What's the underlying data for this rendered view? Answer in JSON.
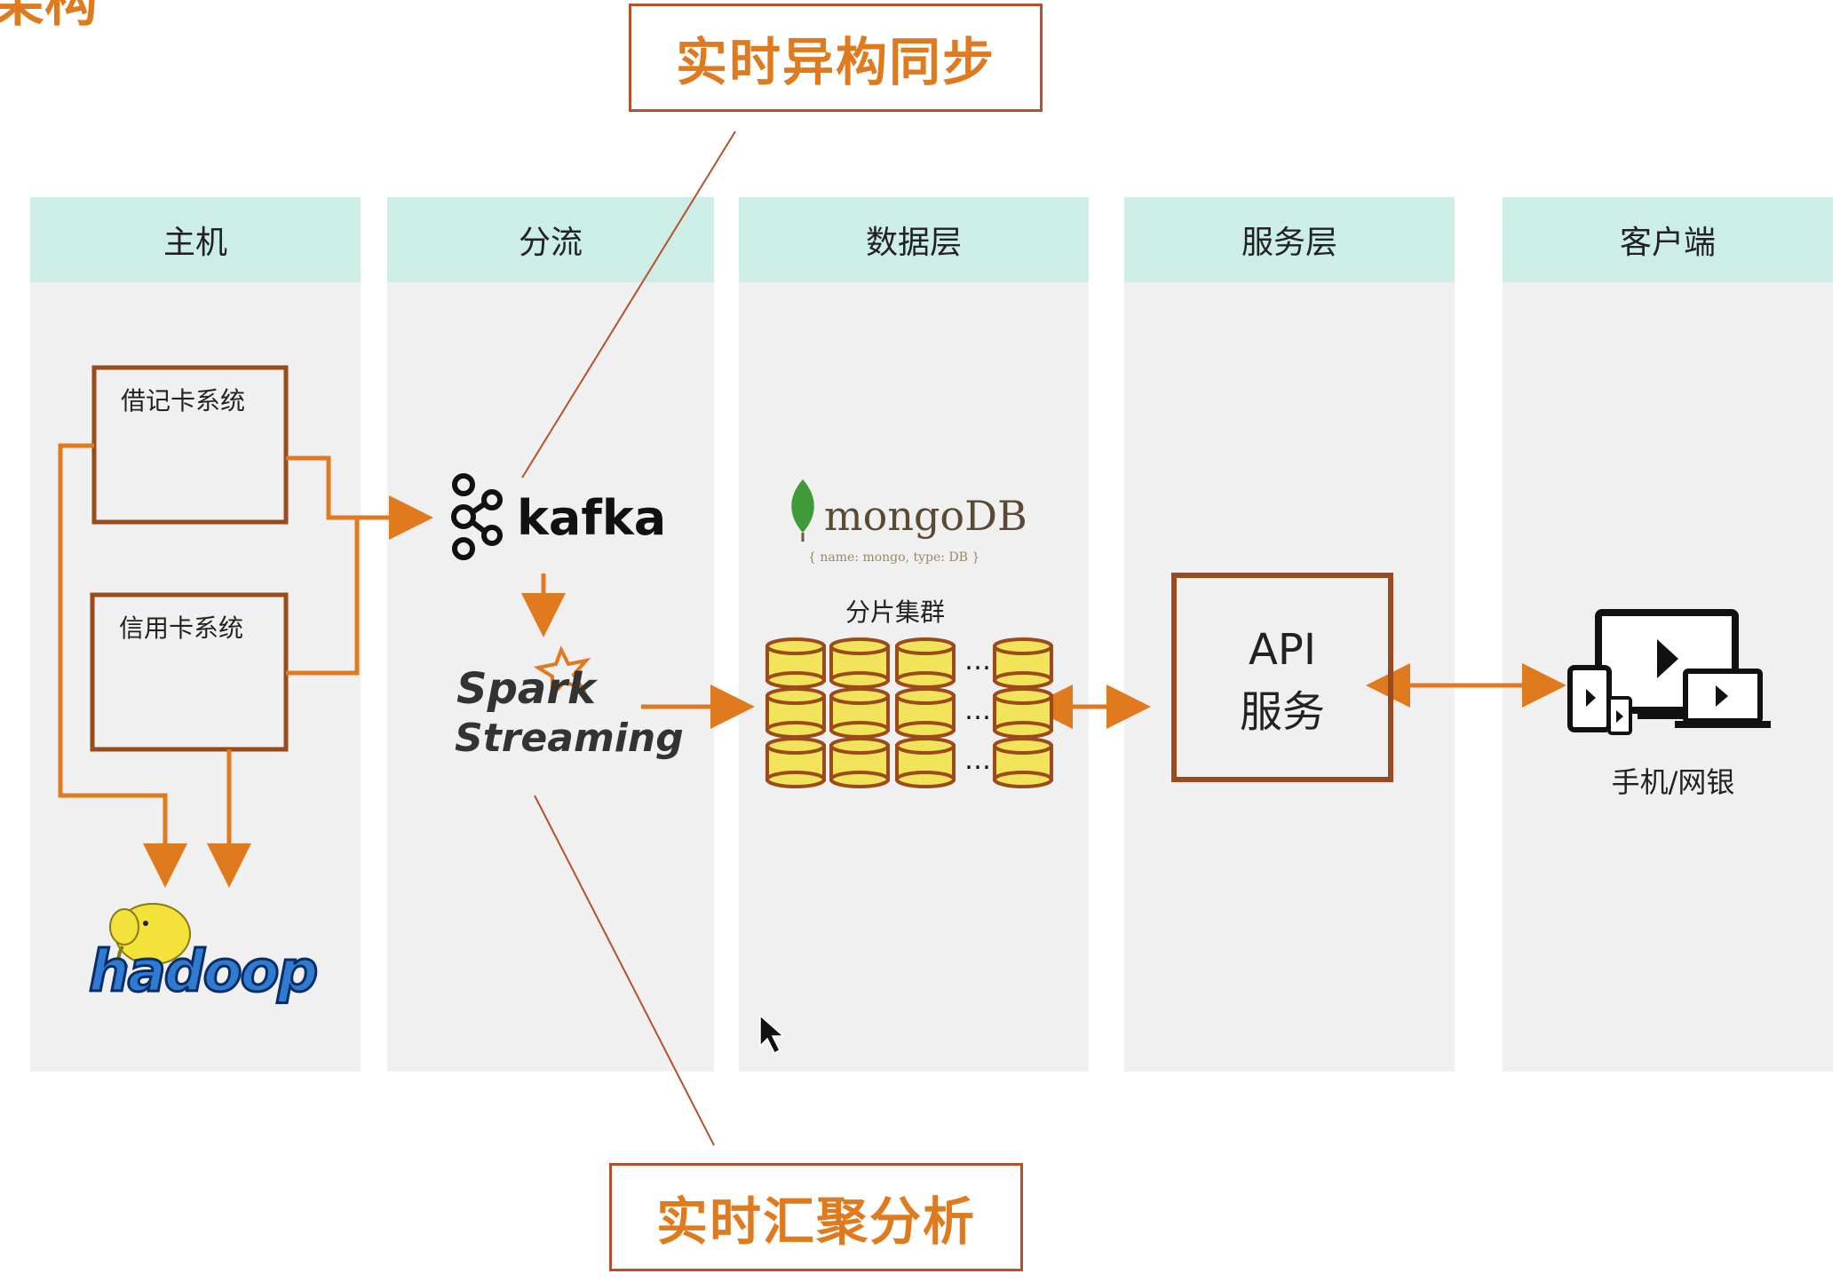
{
  "top_left_fragment": "架构",
  "callouts": {
    "top": "实时异构同步",
    "bottom": "实时汇聚分析"
  },
  "columns": [
    {
      "id": "host",
      "label": "主机"
    },
    {
      "id": "split",
      "label": "分流"
    },
    {
      "id": "data",
      "label": "数据层"
    },
    {
      "id": "service",
      "label": "服务层"
    },
    {
      "id": "client",
      "label": "客户端"
    }
  ],
  "host": {
    "debit": "借记卡系统",
    "credit": "信用卡系统",
    "hadoop": "hadoop"
  },
  "split": {
    "kafka": "kafka",
    "spark_top": "Spark",
    "spark_bottom": "Streaming"
  },
  "data": {
    "mongo": "mongoDB",
    "mongo_sub": "{ name: mongo, type: DB }",
    "shard": "分片集群"
  },
  "service": {
    "api_line1": "API",
    "api_line2": "服务"
  },
  "client": {
    "label": "手机/网银"
  },
  "colors": {
    "accent": "#e07a1f",
    "box_border": "#9a4a1c",
    "header": "#cdeee6",
    "column": "#f0f0f0",
    "shard": "#f2e45a"
  }
}
